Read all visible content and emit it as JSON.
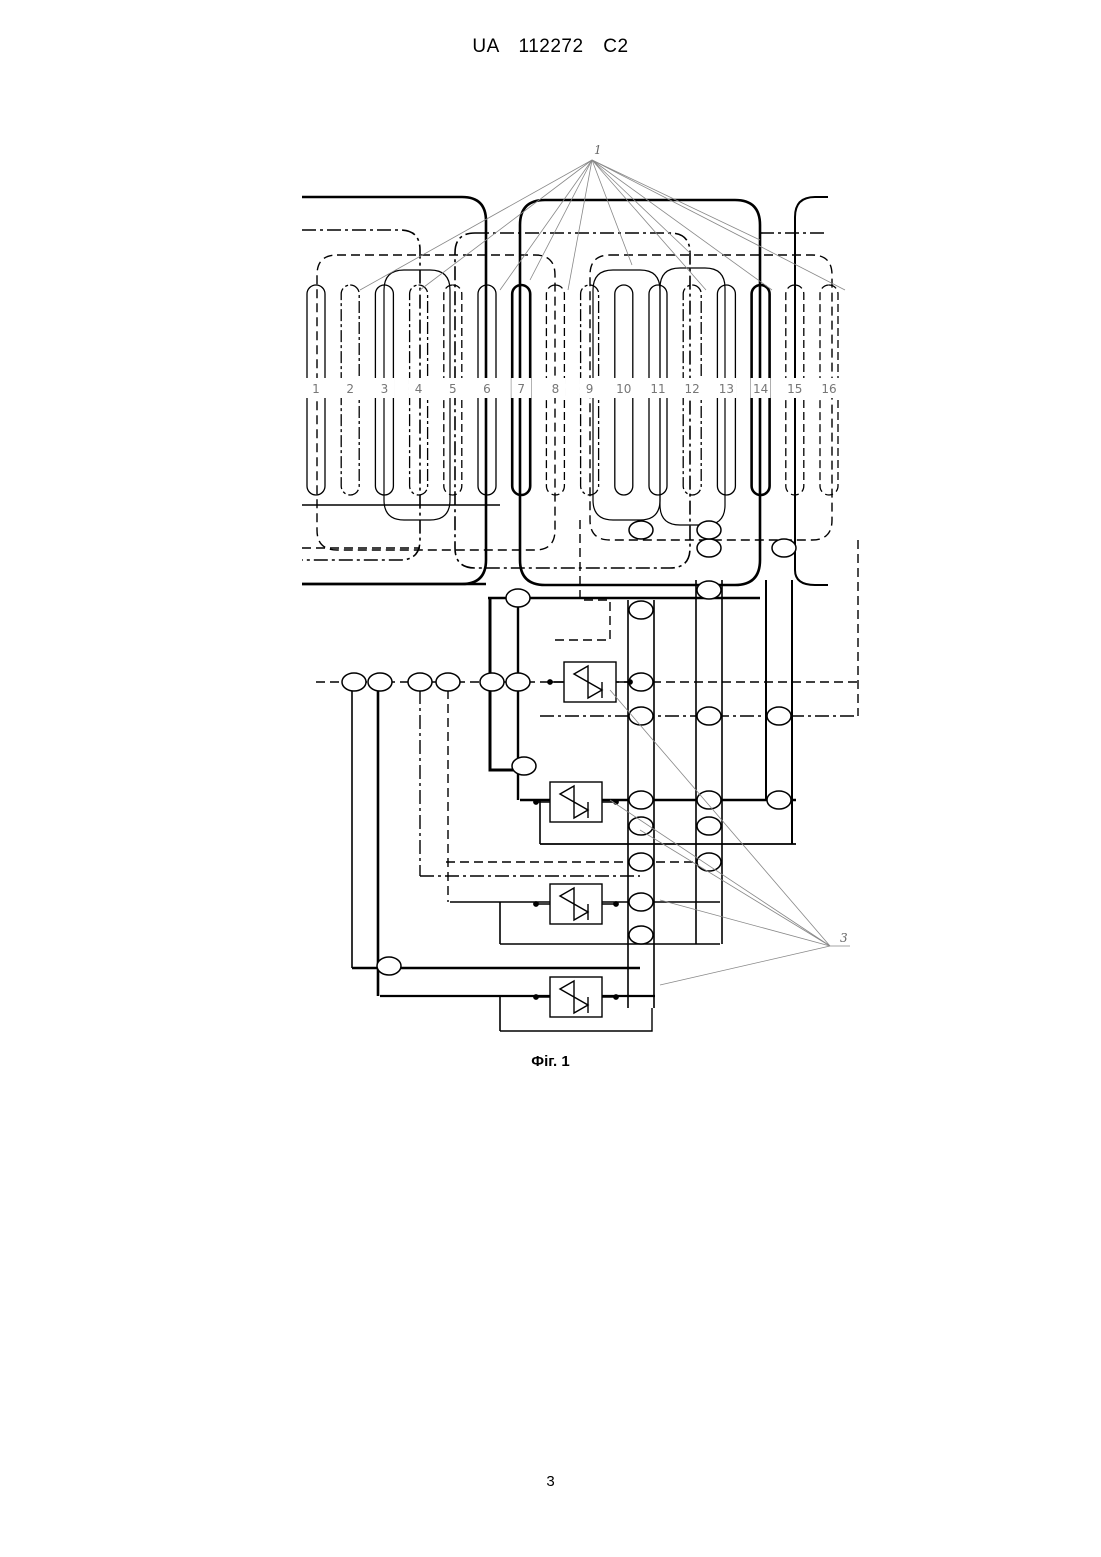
{
  "header": {
    "patent_number": "UA   112272   C2"
  },
  "figure": {
    "caption": "Фіг. 1",
    "slot_numbers": [
      "1",
      "2",
      "3",
      "4",
      "5",
      "6",
      "7",
      "8",
      "9",
      "10",
      "11",
      "12",
      "13",
      "14",
      "15",
      "16"
    ],
    "leader_labels": [
      "1",
      "3"
    ]
  },
  "page_number": "3"
}
